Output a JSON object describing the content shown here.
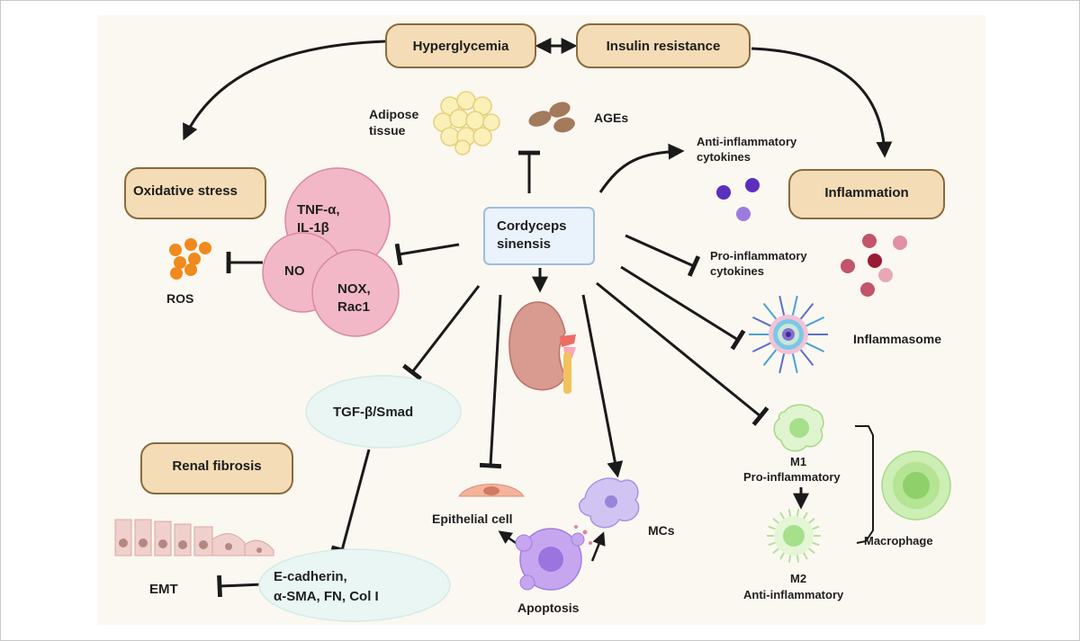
{
  "diagram": {
    "hyperglycemia": "Hyperglycemia",
    "insulin_resistance": "Insulin resistance",
    "oxidative_stress": "Oxidative stress",
    "inflammation": "Inflammation",
    "renal_fibrosis": "Renal fibrosis",
    "adipose_line1": "Adipose",
    "adipose_line2": "tissue",
    "ages": "AGEs",
    "anti_cyt_line1": "Anti-inflammatory",
    "anti_cyt_line2": "cytokines",
    "pro_cyt_line1": "Pro-inflammatory",
    "pro_cyt_line2": "cytokines",
    "inflammasome": "Inflammasome",
    "center_line1": "Cordyceps",
    "center_line2": "sinensis",
    "tnf_line1": "TNF-α,",
    "tnf_line2": "IL-1β",
    "no": "NO",
    "nox_line1": "NOX,",
    "nox_line2": "Rac1",
    "ros": "ROS",
    "tgf": "TGF-β/Smad",
    "ecad_line1": "E-cadherin,",
    "ecad_line2": "α-SMA, FN, Col I",
    "emt": "EMT",
    "epithelial_cell": "Epithelial cell",
    "mcs": "MCs",
    "apoptosis": "Apoptosis",
    "m1": "M1",
    "m1_sub": "Pro-inflammatory",
    "m2": "M2",
    "m2_sub": "Anti-inflammatory",
    "macrophage": "Macrophage"
  },
  "colors": {
    "box_fill": "#f3dcb6",
    "box_border": "#8a6a3c",
    "pink_cluster": "#f2b8c8",
    "ros_orange": "#f08a1c",
    "center_fill": "#eaf2fb",
    "center_border": "#9fbde0",
    "tgf_fill": "#e9f6f4",
    "kidney": "#d99a8f",
    "purple_cell": "#b693ea",
    "macrophage_green": "#a6e08a"
  }
}
